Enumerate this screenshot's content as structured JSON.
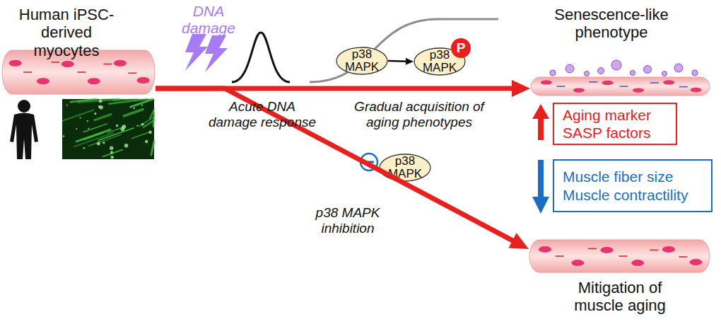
{
  "diagram": {
    "nodes": [
      {
        "text": [
          "Human iPSC-derived myocytes"
        ]
      },
      {
        "text": [
          "p38 MAPK"
        ]
      },
      {
        "text": [
          "p38 MAPK"
        ]
      },
      {
        "text": [
          "P"
        ]
      },
      {
        "text": [
          "Senescence-like phenotype"
        ]
      },
      {
        "text": [
          "Aging marker",
          "SASP factors"
        ]
      },
      {
        "text": [
          "Muscle fiber size",
          "Muscle contractility"
        ]
      },
      {
        "text": [
          "p38 MAPK"
        ]
      },
      {
        "text": [
          "Mitigation of muscle aging"
        ]
      }
    ],
    "edges": [
      {
        "from": 0,
        "to": 4,
        "arrow": "to"
      },
      {
        "from": 0,
        "to": 8,
        "arrow": "to"
      },
      {
        "from": 1,
        "to": 2,
        "arrow": "to"
      }
    ],
    "labels": [
      "DNA damage",
      "Acute DNA damage response",
      "Gradual acquisition of aging phenotypes",
      "p38 MAPK inhibition"
    ]
  }
}
